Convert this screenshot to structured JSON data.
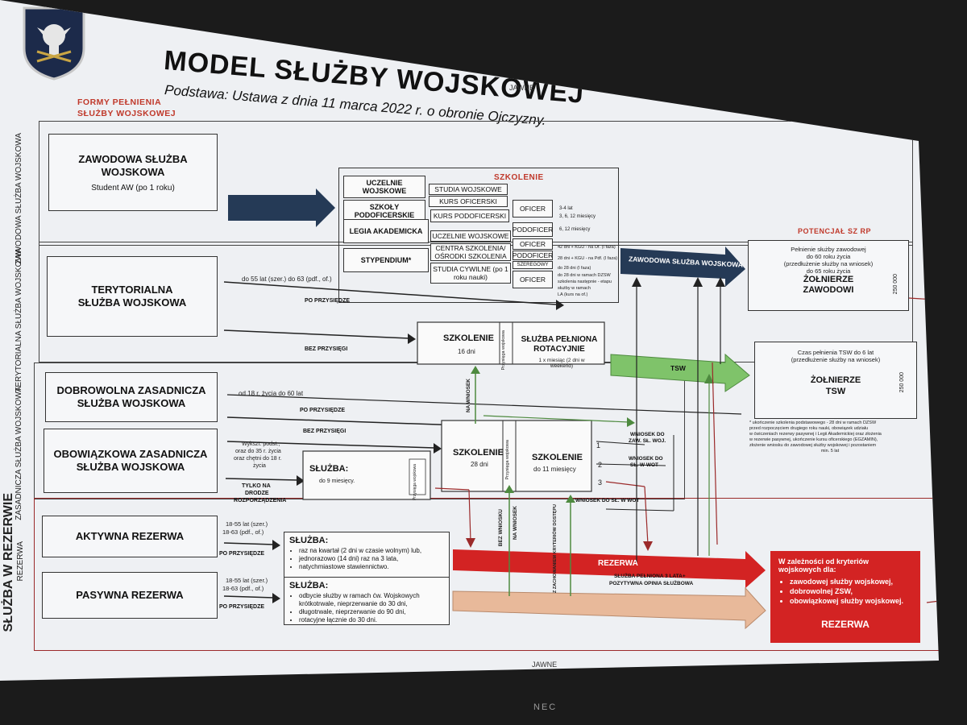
{
  "header": {
    "title": "MODEL SŁUŻBY WOJSKOWEJ",
    "subtitle": "Podstawa: Ustawa z dnia 11 marca  2022 r. o obronie Ojczyzny.",
    "classification_top": "JAWNE",
    "classification_bottom": "JAWNE",
    "forms_heading": "FORMY PEŁNIENIA SŁUŻBY WOJSKOWEJ",
    "monitor_brand": "NEC"
  },
  "side_labels": {
    "professional": "ZAWODOWA SŁUŻBA WOJSKOWA",
    "territorial": "TERYTORIALNA SŁUŻBA WOJSKOWA",
    "basic": "ZASADNICZA SŁUŻBA WOJSKOWA",
    "reserve": "REZERWA",
    "reserve_big": "SŁUŻBA W REZERWIE"
  },
  "forms": {
    "zawodowa": {
      "title": "ZAWODOWA SŁUŻBA WOJSKOWA",
      "note": "Student AW (po 1 roku)"
    },
    "terytorialna": {
      "title": "TERYTORIALNA SŁUŻBA WOJSKOWA"
    },
    "dobrowolna": {
      "title": "DOBROWOLNA ZASADNICZA SŁUŻBA WOJSKOWA"
    },
    "obowiazkowa": {
      "title": "OBOWIĄZKOWA ZASADNICZA SŁUŻBA WOJSKOWA"
    },
    "aktywna": {
      "title": "AKTYWNA REZERWA"
    },
    "pasywna": {
      "title": "PASYWNA REZERWA"
    }
  },
  "training_table": {
    "heading": "SZKOLENIE",
    "sources": [
      "UCZELNIE WOJSKOWE",
      "SZKOŁY PODOFICERSKIE",
      "LEGIA AKADEMICKA",
      "STYPENDIUM*"
    ],
    "paths": [
      "STUDIA WOJSKOWE",
      "KURS OFICERSKI",
      "KURS PODOFICERSKI",
      "UCZELNIE WOJSKOWE",
      "CENTRA SZKOLENIA/ OŚRODKI SZKOLENIA",
      "STUDIA CYWILNE (po 1 roku nauki)"
    ],
    "ranks": [
      "OFICER",
      "PODOFICER",
      "OFICER",
      "PODOFICER",
      "SZEREGOWY",
      "OFICER"
    ],
    "durations": [
      "3-4 lat",
      "3, 6, 12 miesięcy",
      "6, 12 miesięcy",
      "42 dni + KGU - na Of. (I faza)",
      "28 dni + KGU - na Pdf. (I faza)",
      "do 28 dni (I faza)",
      "do 28 dni w ramach DZSW",
      "szkolenia następnie - etapu",
      "służby w ramach",
      "LA (kurs na of.)"
    ]
  },
  "potencial": {
    "heading": "POTENCJAŁ SZ RP",
    "zawodowi_text": [
      "Pełnienie służby zawodowej",
      "do 60 roku życia",
      "(przedłużenie służby na wniosek)",
      "do 65 roku życia"
    ],
    "zawodowi_title": [
      "ŻOŁNIERZE",
      "ZAWODOWI"
    ],
    "zawodowi_count": "250 000",
    "tsw_text": [
      "Czas pełnienia TSW do 6 lat",
      "(przedłużenie służby na wniosek)"
    ],
    "tsw_title": [
      "ŻOŁNIERZE",
      "TSW"
    ],
    "tsw_count": "250 000"
  },
  "footnote": [
    "* ukończenie szkolenia podstawowego - 28 dni w ramach DZSW",
    "przed rozpoczęciem drugiego roku nauki, obowiązek udziału",
    "w ćwiczeniach rezerwy pasywnej i Legii Akademickiej oraz złożenia",
    "w rezerwie pasywnej, ukończenie kursu oficerskiego (EGZAMIN),",
    "złożenie wniosku do zawodowej służby wojskowej i pozostaniem",
    "min. 5 lat"
  ],
  "arrows": {
    "zawodowa": "ZAWODOWA SŁUŻBA WOJSKOWA",
    "tsw": "TSW",
    "rezerwa": "REZERWA",
    "rezerwa_sub": [
      "SŁUŻBA PEŁNIONA 3 LATA+",
      "POZYTYWNA OPINIA SŁUŻBOWA"
    ]
  },
  "territorial_flow": {
    "age": "do 55 lat (szer.) do 63 (pdf., of.)",
    "po_przysiedze": "PO PRZYSIĘDZE",
    "bez_przysiegi": "BEZ PRZYSIĘGI",
    "szkolenie": "SZKOLENIE",
    "szkolenie_days": "16 dni",
    "przysiega": "Przysięga wojskowa",
    "rotacyjna": "SŁUŻBA PEŁNIONA ROTACYJNIE",
    "rotacyjna_sub": "1 x miesiąc (2 dni w weekend)"
  },
  "basic_flow": {
    "age": "od 18 r. życia do 60 lat",
    "po_przysiedze": "PO PRZYSIĘDZE",
    "bez_przysiegi": "BEZ PRZYSIĘGI",
    "wyksztalcenie": [
      "Wykszt. podst.,",
      "oraz do 35 r. życia",
      "oraz chętni do 18 r.",
      "życia"
    ],
    "tylko_na_drodze": [
      "TYLKO NA",
      "DRODZE",
      "ROZPORZĄDZENIA"
    ],
    "sluzba_title": "SŁUŻBA:",
    "sluzba_item": "do 9 miesięcy.",
    "przysiega": "Przysięga wojskowa",
    "szkolenie1": "SZKOLENIE",
    "szkolenie1_days": "28 dni",
    "szkolenie2": "SZKOLENIE",
    "szkolenie2_days": "do 11 miesięcy",
    "na_wniosek": "NA WNIOSEK",
    "wniosek_zaw": [
      "WNIOSEK DO",
      "ZAW. SŁ. WOJ."
    ],
    "wniosek_wot": [
      "WNIOSEK DO",
      "SŁ. W WOT"
    ],
    "wniosek_wot2": "WNIOSEK DO SŁ. W WOT",
    "nums": [
      "1",
      "2",
      "3"
    ]
  },
  "reserve_flow": {
    "aktywna_age": [
      "18-55 lat (szer.)",
      "18-63 (pdf., of.)"
    ],
    "pasywna_age": [
      "18-55 lat (szer.)",
      "18-63 (pdf., of.)"
    ],
    "po_przysiedze": "PO PRZYSIĘDZE",
    "aktywna_svc_title": "SŁUŻBA:",
    "aktywna_svc": [
      "raz na kwartał (2 dni w czasie wolnym) lub,",
      "jednorazowo (14 dni) raz na 3 lata,",
      "natychmiastowe stawiennictwo."
    ],
    "pasywna_svc_title": "SŁUŻBA:",
    "pasywna_svc": [
      "odbycie służby w ramach ćw. Wojskowych krótkotrwale, nieprzerwanie do 30 dni,",
      "długotrwale, nieprzerwanie do 90 dni,",
      "rotacyjne łącznie do 30 dni."
    ],
    "bez_wniosku": "BEZ WNIOSKU",
    "na_wniosek": "NA WNIOSEK",
    "z_zachowaniem": "Z ZACHOWANIEM KRYTERIÓW DOSTĘPU"
  },
  "reserve_box": {
    "intro": "W zależności od kryteriów wojskowych dla:",
    "items": [
      "zawodowej służby wojskowej,",
      "dobrowolnej ZSW,",
      "obowiązkowej służby wojskowej."
    ],
    "label": "REZERWA"
  },
  "colors": {
    "navy": "#253a56",
    "green": "#7fc36a",
    "red": "#d32323",
    "peach": "#e8b99a",
    "title_red": "#c0392b"
  }
}
